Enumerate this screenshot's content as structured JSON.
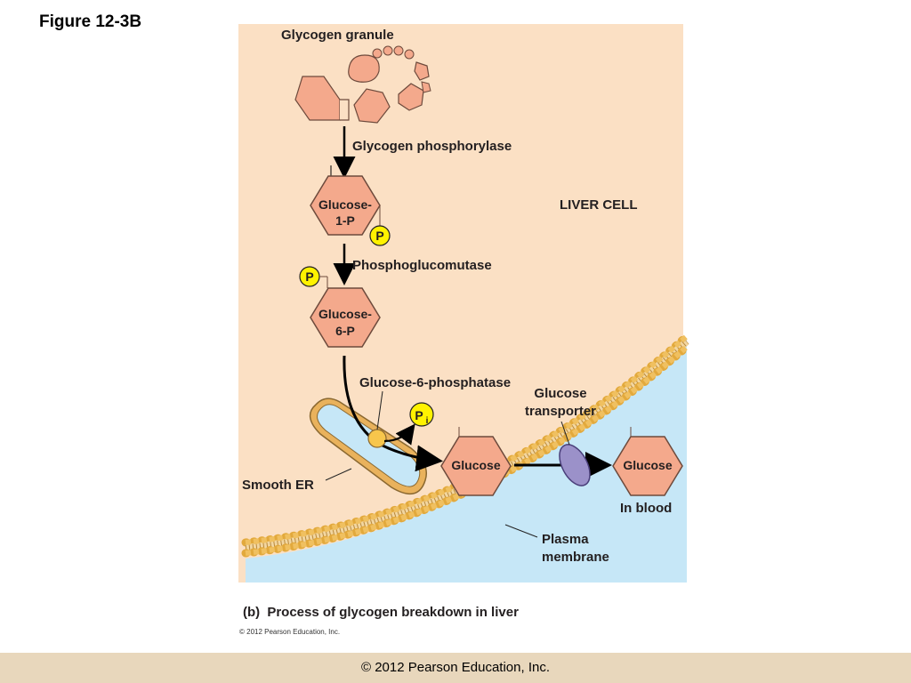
{
  "figure_title": "Figure 12-3B",
  "labels": {
    "glycogen_granule": "Glycogen granule",
    "glycogen_phosphorylase": "Glycogen phosphorylase",
    "glucose_1p_line1": "Glucose-",
    "glucose_1p_line2": "1-P",
    "phosphate": "P",
    "liver_cell": "LIVER CELL",
    "phosphoglucomutase": "Phosphoglucomutase",
    "glucose_6p_line1": "Glucose-",
    "glucose_6p_line2": "6-P",
    "glucose_6_phosphatase": "Glucose-6-phosphatase",
    "inorganic_phosphate": "P",
    "inorganic_phosphate_sub": "i",
    "glucose_transporter_line1": "Glucose",
    "glucose_transporter_line2": "transporter",
    "glucose_cell": "Glucose",
    "glucose_blood": "Glucose",
    "in_blood": "In blood",
    "smooth_er": "Smooth ER",
    "plasma_membrane_line1": "Plasma",
    "plasma_membrane_line2": "membrane"
  },
  "caption": {
    "panel": "(b)",
    "text": "Process of glycogen breakdown in liver"
  },
  "small_copyright": "© 2012 Pearson Education, Inc.",
  "footer": "© 2012 Pearson Education, Inc.",
  "colors": {
    "cell_background": "#fbe0c4",
    "blood_background": "#c6e7f7",
    "glucose_hexagon": "#f4a98c",
    "phosphate_circle": "#fff200",
    "er_lumen": "#c6e7f7",
    "er_membrane": "#e9b25c",
    "transporter": "#9b91c9",
    "footer_bar": "#e8d7bc"
  }
}
